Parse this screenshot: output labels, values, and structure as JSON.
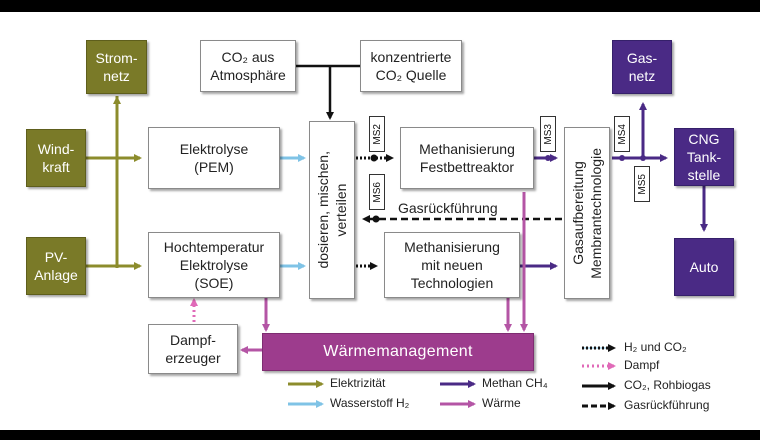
{
  "boxes": {
    "stromnetz": "Strom-\nnetz",
    "windkraft": "Wind-\nkraft",
    "pv_anlage": "PV-\nAnlage",
    "co2_atmosphaere": "CO₂ aus\nAtmosphäre",
    "co2_quelle": "konzentrierte\nCO₂ Quelle",
    "elektrolyse_pem": "Elektrolyse\n(PEM)",
    "elektrolyse_soe": "Hochtemperatur\nElektrolyse\n(SOE)",
    "dosieren": "dosieren, mischen,\nverteilen",
    "methanisierung_fest": "Methanisierung\nFestbettreaktor",
    "methanisierung_neu": "Methanisierung\nmit neuen\nTechnologien",
    "gasaufbereitung": "Gasaufbereitung\nMembrantechnologie",
    "gasnetz": "Gas-\nnetz",
    "cng": "CNG\nTank-\nstelle",
    "auto": "Auto",
    "dampferzeuger": "Dampf-\nerzeuger",
    "waermemanagement": "Wärmemanagement"
  },
  "labels": {
    "gasrueckfuehrung": "Gasrückführung"
  },
  "measurement_points": [
    "MS2",
    "MS6",
    "MS3",
    "MS4",
    "MS5"
  ],
  "legend": {
    "elektrizitaet": "Elektrizität",
    "wasserstoff": "Wasserstoff H₂",
    "methan": "Methan CH₄",
    "waerme": "Wärme",
    "h2_co2": "H₂ und CO₂",
    "dampf": "Dampf",
    "co2_rohbiogas": "CO₂, Rohbiogas",
    "gasrueckfuehrung": "Gasrückführung"
  },
  "colors": {
    "elektrizitaet": "#8c8c2c",
    "wasserstoff": "#7fc3e6",
    "methan": "#4a2a85",
    "waerme": "#b455a5",
    "dampf": "#e06ab8",
    "co2": "#111111"
  }
}
